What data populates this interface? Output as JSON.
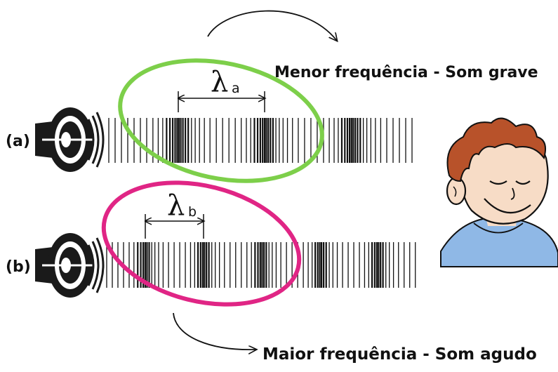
{
  "top_caption": "Menor frequência - Som grave",
  "bottom_caption": "Maior frequência - Som agudo",
  "row_a": {
    "label": "(a)",
    "lambda_symbol": "λ",
    "lambda_sub": "a"
  },
  "row_b": {
    "label": "(b)",
    "lambda_symbol": "λ",
    "lambda_sub": "b"
  },
  "colors": {
    "ellipse_a": "#7dcf4a",
    "ellipse_b": "#e02585",
    "line": "#111111",
    "skin": "#f7dcc6",
    "hair": "#b8522a",
    "shirt": "#8fb8e6"
  },
  "icons": [
    "speaker-icon-a",
    "speaker-icon-b",
    "listener-face-icon",
    "curved-arrow-top",
    "curved-arrow-bottom"
  ]
}
